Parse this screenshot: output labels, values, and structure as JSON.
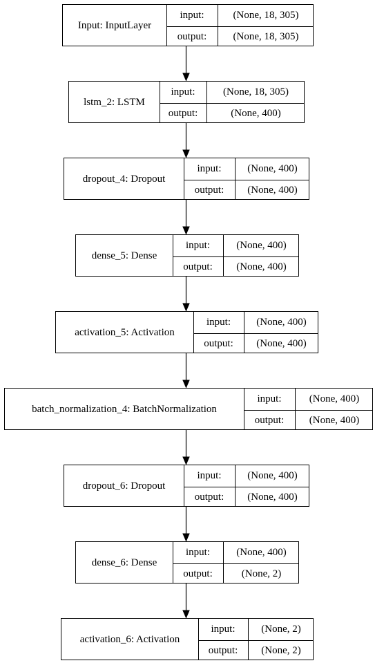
{
  "model_layers": [
    {
      "name": "Input: InputLayer",
      "input_label": "input:",
      "input_shape": "(None, 18, 305)",
      "output_label": "output:",
      "output_shape": "(None, 18, 305)"
    },
    {
      "name": "lstm_2: LSTM",
      "input_label": "input:",
      "input_shape": "(None, 18, 305)",
      "output_label": "output:",
      "output_shape": "(None, 400)"
    },
    {
      "name": "dropout_4: Dropout",
      "input_label": "input:",
      "input_shape": "(None, 400)",
      "output_label": "output:",
      "output_shape": "(None, 400)"
    },
    {
      "name": "dense_5: Dense",
      "input_label": "input:",
      "input_shape": "(None, 400)",
      "output_label": "output:",
      "output_shape": "(None, 400)"
    },
    {
      "name": "activation_5: Activation",
      "input_label": "input:",
      "input_shape": "(None, 400)",
      "output_label": "output:",
      "output_shape": "(None, 400)"
    },
    {
      "name": "batch_normalization_4: BatchNormalization",
      "input_label": "input:",
      "input_shape": "(None, 400)",
      "output_label": "output:",
      "output_shape": "(None, 400)"
    },
    {
      "name": "dropout_6: Dropout",
      "input_label": "input:",
      "input_shape": "(None, 400)",
      "output_label": "output:",
      "output_shape": "(None, 400)"
    },
    {
      "name": "dense_6: Dense",
      "input_label": "input:",
      "input_shape": "(None, 400)",
      "output_label": "output:",
      "output_shape": "(None, 2)"
    },
    {
      "name": "activation_6: Activation",
      "input_label": "input:",
      "input_shape": "(None, 2)",
      "output_label": "output:",
      "output_shape": "(None, 2)"
    }
  ],
  "colors": {
    "stroke": "#000000",
    "fill": "#ffffff",
    "text": "#000000"
  }
}
